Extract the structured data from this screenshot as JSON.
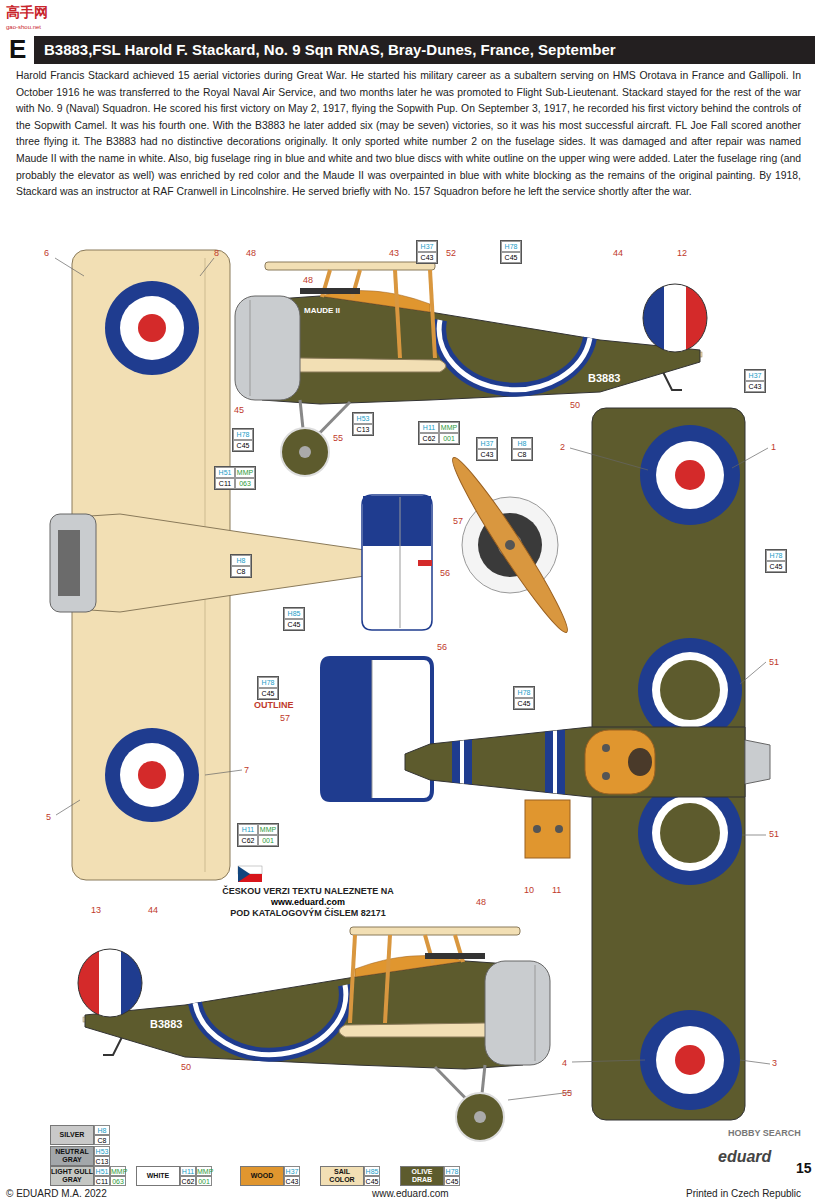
{
  "diagram": {
    "title": "B3883,FSL Harold F. Stackard, No. 9 Sqn RNAS, Bray-Dunes, France, September",
    "nodes": [
      {
        "text": [
          "H37",
          "C43"
        ]
      },
      {
        "text": [
          "H78",
          "C45"
        ]
      },
      {
        "text": [
          "H53",
          "C13"
        ]
      },
      {
        "text": [
          "H37",
          "C43"
        ]
      },
      {
        "text": [
          "H78",
          "C45"
        ]
      },
      {
        "text": [
          "H11",
          "MMP",
          "C62",
          "001"
        ]
      },
      {
        "text": [
          "H51",
          "MMP",
          "C11",
          "063"
        ]
      },
      {
        "text": [
          "H37",
          "C43"
        ]
      },
      {
        "text": [
          "H8",
          "C8"
        ]
      },
      {
        "text": [
          "H78",
          "C45"
        ]
      },
      {
        "text": [
          "H8",
          "C8"
        ]
      },
      {
        "text": [
          "H85",
          "C45"
        ]
      },
      {
        "text": [
          "H78",
          "C45"
        ]
      },
      {
        "text": [
          "H78",
          "C45"
        ]
      },
      {
        "text": [
          "H11",
          "MMP",
          "C62",
          "001"
        ]
      }
    ],
    "labels": [
      "高手网",
      "gao-shou.net",
      "E",
      "Harold Francis Stackard achieved 15 aerial victories during Great War. He started his military career as a subaltern serving on HMS Orotava in France and Gallipoli. In October 1916 he was transferred to the Royal Naval Air Service, and two months later he was promoted to Flight Sub-Lieutenant. Stackard stayed for the rest of the war with No. 9 (Naval) Squadron. He scored his first victory on May 2, 1917, flying the Sopwith Pup. On September 3, 1917, he recorded his first victory behind the controls of the Sopwith Camel. It was his fourth one. With the B3883 he later added six (may be seven) victories, so it was his most successful aircraft. FL Joe Fall scored another three flying it. The B3883 had no distinctive decorations originally. It only sported white number 2 on the fuselage sides. It was damaged and after repair was named Maude II with the name in white. Also, big fuselage ring in blue and white and two blue discs with white outline on the upper wing were added. Later the fuselage ring (and probably the elevator as well) was enriched by red color and the Maude II was overpainted in blue with white blocking as the remains of the original painting. By 1918, Stackard was an instructor at RAF Cranwell in Lincolnshire. He served briefly with No. 157 Squadron before he left the service shortly after the war.",
      "6",
      "8",
      "48",
      "48",
      "43",
      "52",
      "44",
      "12",
      "MAUDE II",
      "B3883",
      "45",
      "50",
      "55",
      "57",
      "56",
      "1",
      "2",
      "OUTLINE",
      "57",
      "56",
      "51",
      "7",
      "5",
      "51",
      "ČESKOU VERZI TEXTU NALEZNETE NA",
      "www.eduard.com",
      "POD KATALOGOVÝM ČÍSLEM 82171",
      "10",
      "11",
      "13",
      "44",
      "48",
      "B3883",
      "50",
      "4",
      "3",
      "55",
      "H8",
      "C8",
      "H53",
      "C13",
      "H51",
      "MMP",
      "C11",
      "063",
      "H11",
      "MMP",
      "C62",
      "001",
      "H37",
      "C43",
      "H85",
      "C45",
      "H78",
      "C45",
      "HOBBY SEARCH",
      "eduard",
      "15",
      "© EDUARD M.A. 2022",
      "www.eduard.com",
      "Printed in Czech Republic"
    ],
    "legend": [
      {
        "text": "SILVER",
        "color": "#c9c9c9"
      },
      {
        "text": "NEUTRAL GRAY",
        "color": "#a3a7aa"
      },
      {
        "text": "LIGHT GULL GRAY",
        "color": "#c5c7c3"
      },
      {
        "text": "WHITE",
        "color": "#ffffff"
      },
      {
        "text": "WOOD",
        "color": "#e0962f"
      },
      {
        "text": "SAIL COLOR",
        "color": "#f2dfb4"
      },
      {
        "text": "OLIVE DRAB",
        "color": "#5d5b2d"
      }
    ]
  }
}
